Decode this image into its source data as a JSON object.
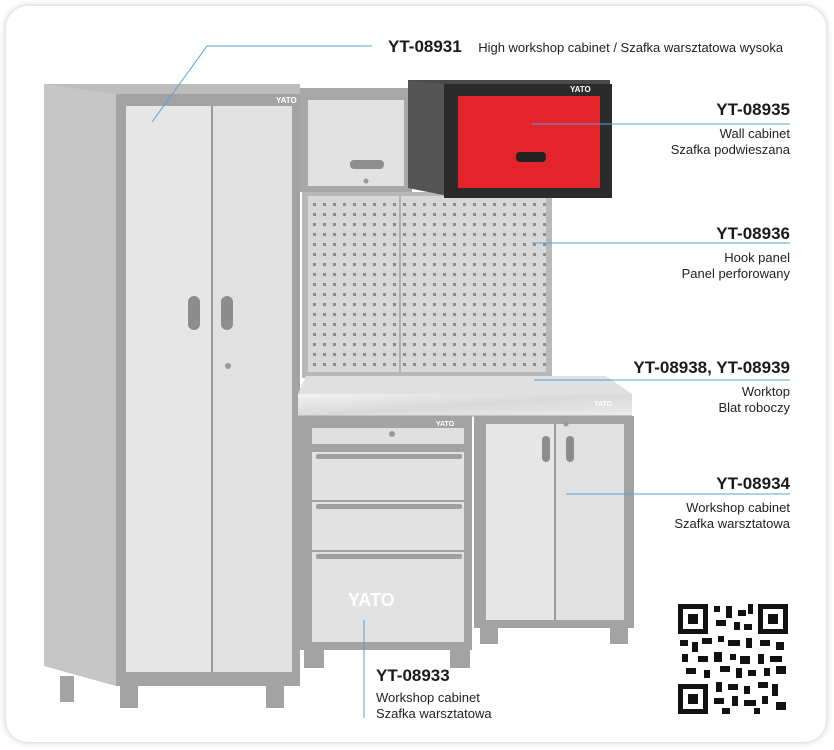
{
  "brand": "YATO",
  "accent_color": "#e3242b",
  "products": {
    "high_cabinet": {
      "code": "YT-08931",
      "name": "High workshop cabinet / Szafka warsztatowa wysoka"
    },
    "wall_cabinet": {
      "code": "YT-08935",
      "name_en": "Wall cabinet",
      "name_pl": "Szafka podwieszana"
    },
    "hook_panel": {
      "code": "YT-08936",
      "name_en": "Hook panel",
      "name_pl": "Panel perforowany"
    },
    "worktop": {
      "code": "YT-08938, YT-08939",
      "name_en": "Worktop",
      "name_pl": "Blat roboczy"
    },
    "workshop_cabinet_doors": {
      "code": "YT-08934",
      "name_en": "Workshop cabinet",
      "name_pl": "Szafka warsztatowa"
    },
    "workshop_cabinet_drawers": {
      "code": "YT-08933",
      "name_en": "Workshop cabinet",
      "name_pl": "Szafka warsztatowa"
    }
  },
  "qr_icon": "qr-code-icon"
}
